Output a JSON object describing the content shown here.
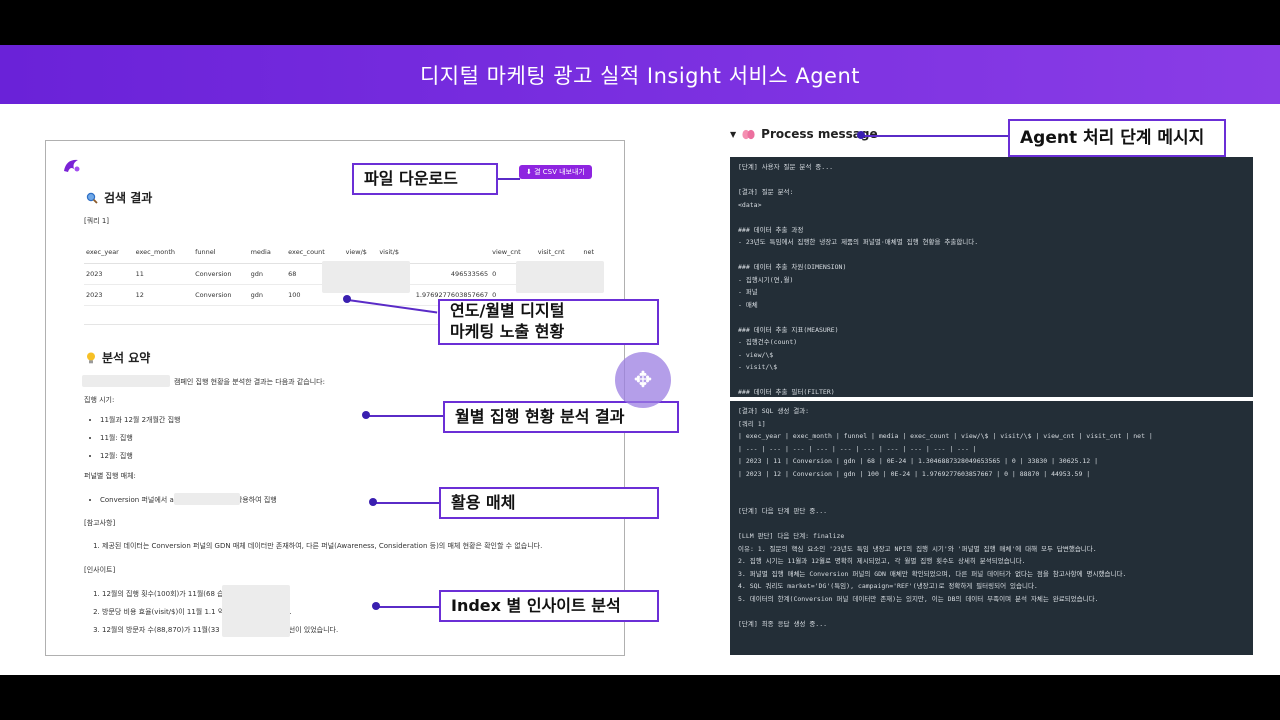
{
  "banner": {
    "title": "디지털 마케팅 광고 실적 Insight 서비스 Agent"
  },
  "doc": {
    "csv_button": "⬇ 결 CSV 내보내기",
    "search_title": "검색 결과",
    "query_label": "[쿼리 1]",
    "table": {
      "headers": [
        "exec_year",
        "exec_month",
        "funnel",
        "media",
        "exec_count",
        "view/$",
        "visit/$",
        "view_cnt",
        "visit_cnt",
        "net"
      ],
      "rows": [
        [
          "2023",
          "11",
          "Conversion",
          "gdn",
          "68",
          "",
          "496533565",
          "0",
          "",
          ""
        ],
        [
          "2023",
          "12",
          "Conversion",
          "gdn",
          "100",
          "",
          "1.9769277603857667",
          "0",
          "",
          ""
        ]
      ]
    },
    "summary_title": "분석 요약",
    "summary_intro": "캠페인 집행 현황을 분석한 결과는 다음과 같습니다:",
    "period_label": "집행 시기:",
    "period_items": [
      "11월과 12월 2개월간 집행",
      "11월:            집행",
      "12월:            집행"
    ],
    "media_label": "퍼널별 집행 매체:",
    "media_items": [
      "Conversion 퍼널에서                     ay Network) 매체를 활용하여 집행"
    ],
    "ref_label": "[참고사항]",
    "ref_items": [
      "제공된 데이터는 Conversion 퍼널의 GDN 매체 데이터만 존재하여, 다른 퍼널(Awareness, Consideration 등)의 매체 현황은 확인할 수 없습니다."
    ],
    "insight_label": "[인사이트]",
    "insight_items": [
      "12월의 집행 횟수(100회)가 11월(68                    습니다.",
      "방문당 비용 효율(visit/$)이 11월 1.1                    약 80% 개선되었습니다.",
      "12월의 방문자 수(88,870)가 11월(33                    가하여 큰 폭의 성과 개선이 있었습니다."
    ]
  },
  "callouts": {
    "file_download": "파일 다운로드",
    "yearly_monthly": "연도/월별 디지털\n마케팅 노출 현황",
    "monthly_result": "월별 집행 현황 분석 결과",
    "media_used": "활용 매체",
    "index_insight": "Index 별 인사이트 분석",
    "agent_steps": "Agent 처리 단계 메시지"
  },
  "process": {
    "title": "Process message",
    "panel1": "[단계] 사용자 질문 분석 중...\n\n[결과] 질문 분석:\n<data>\n\n### 데이터 추출 과정\n- 23년도 특임에서 집행한 냉장고 제품의 퍼널별·매체별 집행 현황을 추출합니다.\n\n### 데이터 추출 차원(DIMENSION)\n- 집행시기(연,월)\n- 퍼널\n- 매체\n\n### 데이터 추출 지표(MEASURE)\n- 집행건수(count)\n- view/\\$\n- visit/\\$\n\n### 데이터 추출 필터(FILTER)",
    "panel2": "[결과] SQL 생성 결과:\n[쿼리 1]\n| exec_year | exec_month | funnel | media | exec_count | view/\\$ | visit/\\$ | view_cnt | visit_cnt | net |\n| --- | --- | --- | --- | --- | --- | --- | --- | --- | --- |\n| 2023 | 11 | Conversion | gdn | 68 | 0E-24 | 1.3046887328049653565 | 0 | 33830 | 30625.12 |\n| 2023 | 12 | Conversion | gdn | 100 | 0E-24 | 1.9769277603857667 | 0 | 88870 | 44953.59 |\n\n\n[단계] 다음 단계 판단 중...\n\n[LLM 판단] 다음 단계: finalize\n이유: 1. 질문의 핵심 요소인 '23년도 특임 냉장고 NPI의 집행 시기'와 '퍼널별 집행 매체'에 대해 모두 답변했습니다.\n2. 집행 시기는 11월과 12월로 명확히 제시되었고, 각 월별 집행 횟수도 상세히 분석되었습니다.\n3. 퍼널별 집행 매체는 Conversion 퍼널의 GDN 매체만 확인되었으며, 다른 퍼널 데이터가 없다는 점을 참고사항에 명시했습니다.\n4. SQL 쿼리도 market='DG'(특임), campaign='REF'(냉장고)로 정확하게 필터링되어 있습니다.\n5. 데이터의 한계(Conversion 퍼널 데이터만 존재)는 있지만, 이는 DB의 데이터 부족이며 분석 자체는 완료되었습니다.\n\n[단계] 최종 응답 생성 중..."
  }
}
